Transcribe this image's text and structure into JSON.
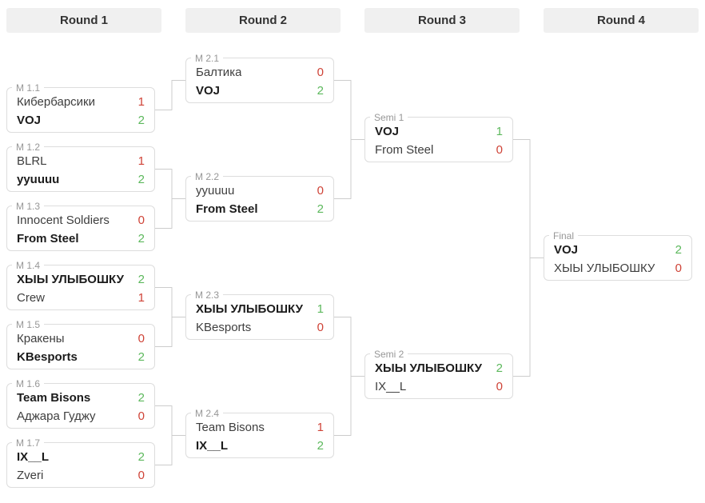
{
  "colors": {
    "win_score": "#5cb85c",
    "loss_score": "#cf4337",
    "connector": "#cccccc",
    "header_bg": "#f0f0f0"
  },
  "rounds": [
    {
      "label": "Round 1"
    },
    {
      "label": "Round 2"
    },
    {
      "label": "Round 3"
    },
    {
      "label": "Round 4"
    }
  ],
  "matches": [
    {
      "label": "M 1.1",
      "teams": [
        {
          "name": "Кибербарсики",
          "score": "1",
          "result": "loss"
        },
        {
          "name": "VOJ",
          "score": "2",
          "result": "win"
        }
      ]
    },
    {
      "label": "M 1.2",
      "teams": [
        {
          "name": "BLRL",
          "score": "1",
          "result": "loss"
        },
        {
          "name": "yyuuuu",
          "score": "2",
          "result": "win"
        }
      ]
    },
    {
      "label": "M 1.3",
      "teams": [
        {
          "name": "Innocent Soldiers",
          "score": "0",
          "result": "loss"
        },
        {
          "name": "From Steel",
          "score": "2",
          "result": "win"
        }
      ]
    },
    {
      "label": "M 1.4",
      "teams": [
        {
          "name": "ХЫЫ УЛЫБОШКУ",
          "score": "2",
          "result": "win"
        },
        {
          "name": "Crew",
          "score": "1",
          "result": "loss"
        }
      ]
    },
    {
      "label": "M 1.5",
      "teams": [
        {
          "name": "Кракены",
          "score": "0",
          "result": "loss"
        },
        {
          "name": "KBesports",
          "score": "2",
          "result": "win"
        }
      ]
    },
    {
      "label": "M 1.6",
      "teams": [
        {
          "name": "Team Bisons",
          "score": "2",
          "result": "win"
        },
        {
          "name": "Аджара Гуджу",
          "score": "0",
          "result": "loss"
        }
      ]
    },
    {
      "label": "M 1.7",
      "teams": [
        {
          "name": "IX__L",
          "score": "2",
          "result": "win"
        },
        {
          "name": "Zveri",
          "score": "0",
          "result": "loss"
        }
      ]
    },
    {
      "label": "M 2.1",
      "teams": [
        {
          "name": "Балтика",
          "score": "0",
          "result": "loss"
        },
        {
          "name": "VOJ",
          "score": "2",
          "result": "win"
        }
      ]
    },
    {
      "label": "M 2.2",
      "teams": [
        {
          "name": "yyuuuu",
          "score": "0",
          "result": "loss"
        },
        {
          "name": "From Steel",
          "score": "2",
          "result": "win"
        }
      ]
    },
    {
      "label": "M 2.3",
      "teams": [
        {
          "name": "ХЫЫ УЛЫБОШКУ",
          "score": "1",
          "result": "win"
        },
        {
          "name": "KBesports",
          "score": "0",
          "result": "loss"
        }
      ]
    },
    {
      "label": "M 2.4",
      "teams": [
        {
          "name": "Team Bisons",
          "score": "1",
          "result": "loss"
        },
        {
          "name": "IX__L",
          "score": "2",
          "result": "win"
        }
      ]
    },
    {
      "label": "Semi 1",
      "teams": [
        {
          "name": "VOJ",
          "score": "1",
          "result": "win"
        },
        {
          "name": "From Steel",
          "score": "0",
          "result": "loss"
        }
      ]
    },
    {
      "label": "Semi 2",
      "teams": [
        {
          "name": "ХЫЫ УЛЫБОШКУ",
          "score": "2",
          "result": "win"
        },
        {
          "name": "IX__L",
          "score": "0",
          "result": "loss"
        }
      ]
    },
    {
      "label": "Final",
      "teams": [
        {
          "name": "VOJ",
          "score": "2",
          "result": "win"
        },
        {
          "name": "ХЫЫ УЛЫБОШКУ",
          "score": "0",
          "result": "loss"
        }
      ]
    }
  ]
}
